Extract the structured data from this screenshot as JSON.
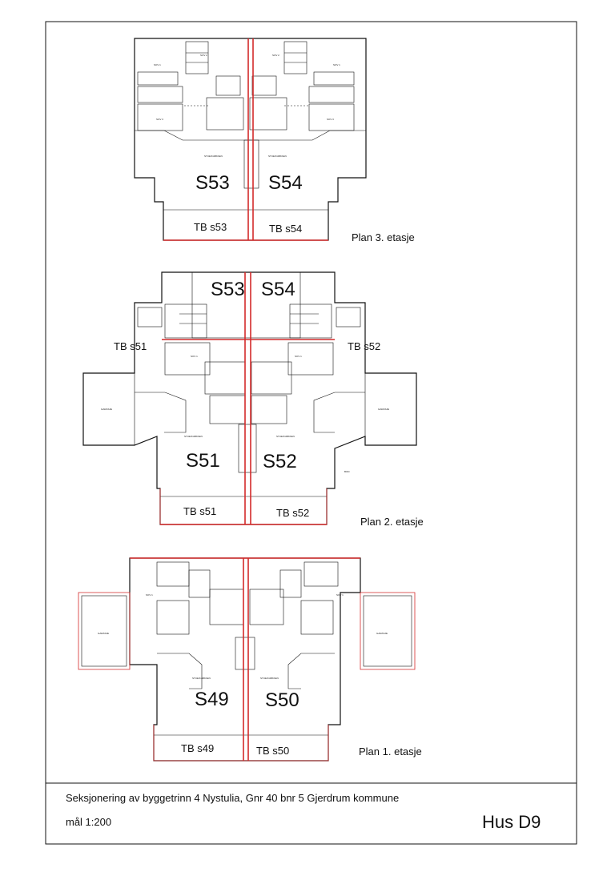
{
  "plans": [
    {
      "id": "plan3",
      "caption": "Plan 3. etasje",
      "units": [
        "S53",
        "S54"
      ],
      "terraces": [
        "TB s53",
        "TB s54"
      ]
    },
    {
      "id": "plan2",
      "caption": "Plan 2. etasje",
      "units": [
        "S51",
        "S52"
      ],
      "upper_units": [
        "S53",
        "S54"
      ],
      "terraces": [
        "TB s51",
        "TB s52"
      ],
      "balcony_labels": [
        "TB s51",
        "TB s52"
      ]
    },
    {
      "id": "plan1",
      "caption": "Plan 1. etasje",
      "units": [
        "S49",
        "S50"
      ],
      "terraces": [
        "TB s49",
        "TB s50"
      ]
    }
  ],
  "title_block": {
    "description": "Seksjonering av byggetrinn 4  Nystulia, Gnr 40 bnr 5 Gjerdrum kommune",
    "scale": "mål 1:200",
    "house": "Hus D9"
  },
  "colors": {
    "line": "#111111",
    "section_line": "#d42a2a",
    "paper": "#ffffff"
  }
}
